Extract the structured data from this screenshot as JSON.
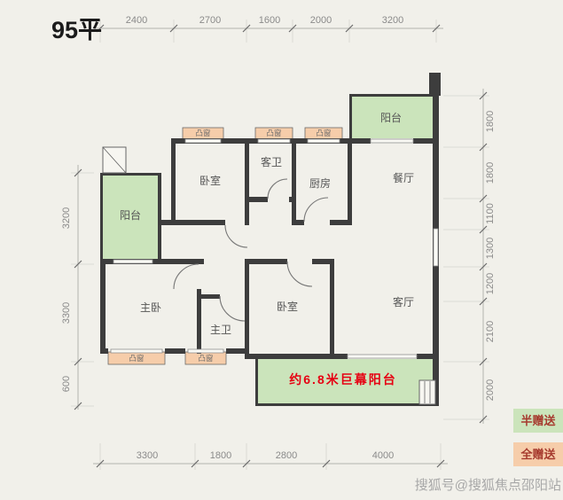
{
  "title": "95平",
  "dimensions": {
    "top": [
      "2400",
      "2700",
      "1600",
      "2000",
      "3200"
    ],
    "left": [
      "3200",
      "3300",
      "600"
    ],
    "right": [
      "1800",
      "1800",
      "1100",
      "1300",
      "1200",
      "2100",
      "2000"
    ],
    "bottom": [
      "3300",
      "1800",
      "2800",
      "4000"
    ]
  },
  "rooms": {
    "bedroom_top": "卧室",
    "guest_bathroom": "客卫",
    "kitchen": "厨房",
    "dining_room": "餐厅",
    "balcony_top_right": "阳台",
    "balcony_left": "阳台",
    "master_bedroom": "主卧",
    "master_bathroom": "主卫",
    "bedroom_bottom": "卧室",
    "living_room": "客厅",
    "grand_balcony": "约6.8米巨幕阳台"
  },
  "labels": {
    "bay_window": "凸窗"
  },
  "legend": {
    "half_gift": "半赠送",
    "full_gift": "全赠送"
  },
  "watermark": "搜狐号@搜狐焦点邵阳站",
  "colors": {
    "wall": "#3d3d3d",
    "balcony_green": "#cbe4bb",
    "bay_window_orange": "#f6cdaa",
    "highlight_red": "#e60012",
    "legend_text": "#a63a2e",
    "dimension_gray": "#8a8a8a",
    "background": "#f1f0ea"
  }
}
